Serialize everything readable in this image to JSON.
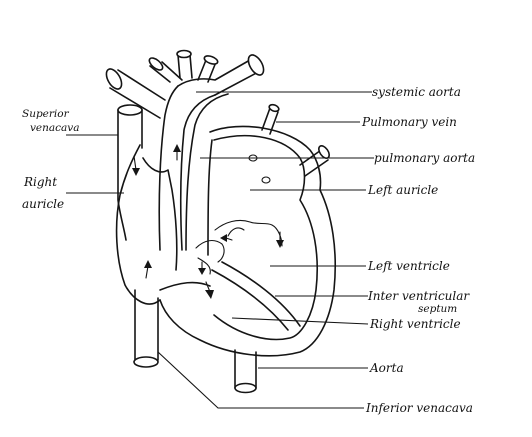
{
  "labels": {
    "superior_venacava_line1": "Superior",
    "superior_venacava_line2": "venacava",
    "right_auricle_line1": "Right",
    "right_auricle_line2": "auricle",
    "systemic_aorta": "systemic aorta",
    "pulmonary_vein": "Pulmonary vein",
    "pulmonary_aorta": "pulmonary aorta",
    "left_auricle": "Left auricle",
    "left_ventricle": "Left ventricle",
    "interventricular_septum_line1": "Inter ventricular",
    "interventricular_septum_line2": "septum",
    "right_ventricle": "Right ventricle",
    "aorta": "Aorta",
    "inferior_venacava": "Inferior venacava"
  },
  "colors": {
    "ink": "#151515",
    "background": "#ffffff"
  }
}
